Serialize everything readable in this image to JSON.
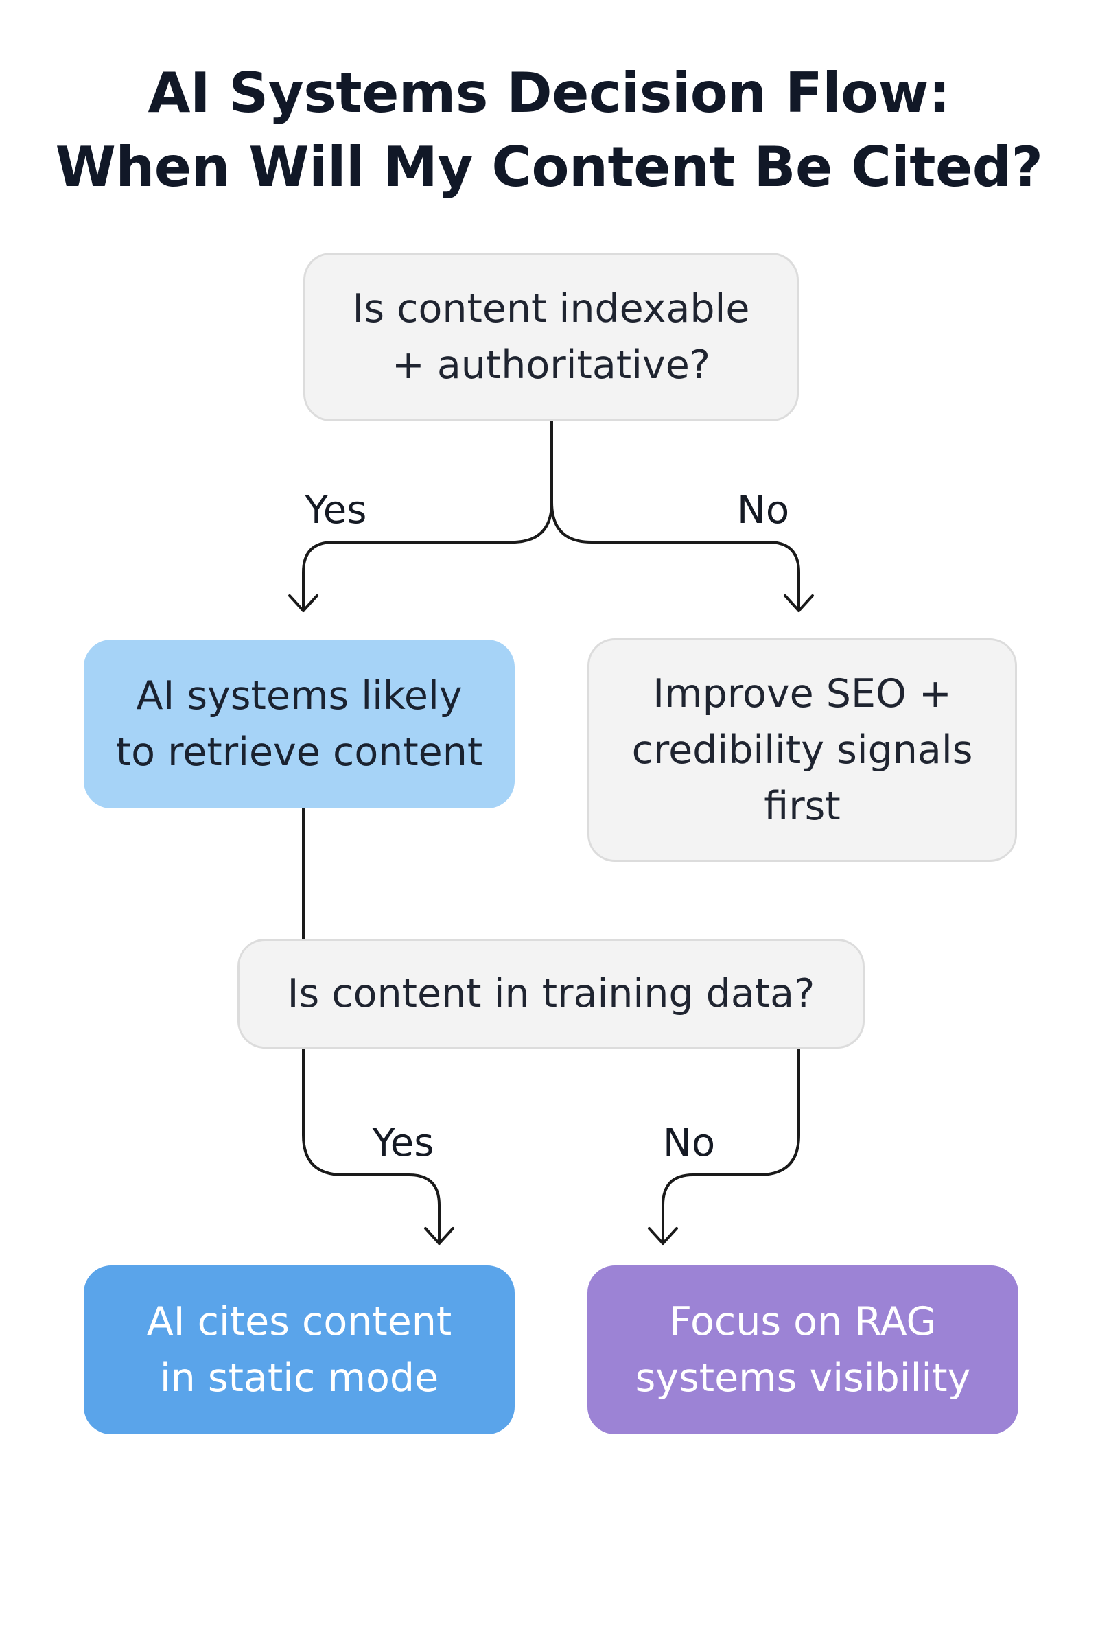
{
  "title": {
    "line1": "AI Systems Decision Flow:",
    "line2": "When Will My Content Be Cited?"
  },
  "nodes": {
    "q1": "Is content indexable\n+ authoritative?",
    "retrieve": "AI systems likely\nto retrieve content",
    "improve": "Improve SEO +\ncredibility signals\nfirst",
    "q2": "Is content in training data?",
    "static": "AI cites content\nin static mode",
    "rag": "Focus on RAG\nsystems visibility"
  },
  "edges": {
    "q1_yes": "Yes",
    "q1_no": "No",
    "q2_yes": "Yes",
    "q2_no": "No"
  },
  "colors": {
    "question_fill": "#f3f3f3",
    "retrieve_fill": "#a6d3f7",
    "static_fill": "#5aa4ea",
    "rag_fill": "#9c83d5",
    "connector": "#1a1a1a"
  }
}
